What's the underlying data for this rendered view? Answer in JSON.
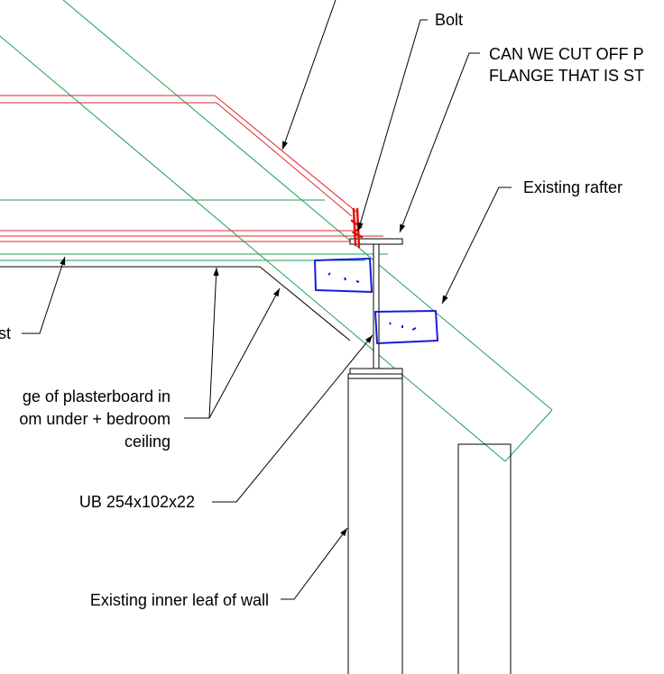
{
  "labels": {
    "bolt": "Bolt",
    "note_line1": "CAN WE CUT OFF P",
    "note_line2": "FLANGE THAT IS ST",
    "existing_rafter": "Existing rafter",
    "joist_fragment": "st",
    "plasterboard_line1": "ge of plasterboard in",
    "plasterboard_line2": "om under + bedroom",
    "plasterboard_line3": "ceiling",
    "beam": "UB 254x102x22",
    "wall": "Existing inner leaf of wall"
  },
  "colors": {
    "ink": "#000000",
    "roof_line": "#e0262a",
    "rafter_line": "#1f9e5a",
    "markup_blue": "#1a1adf",
    "markup_red": "#e01010"
  }
}
